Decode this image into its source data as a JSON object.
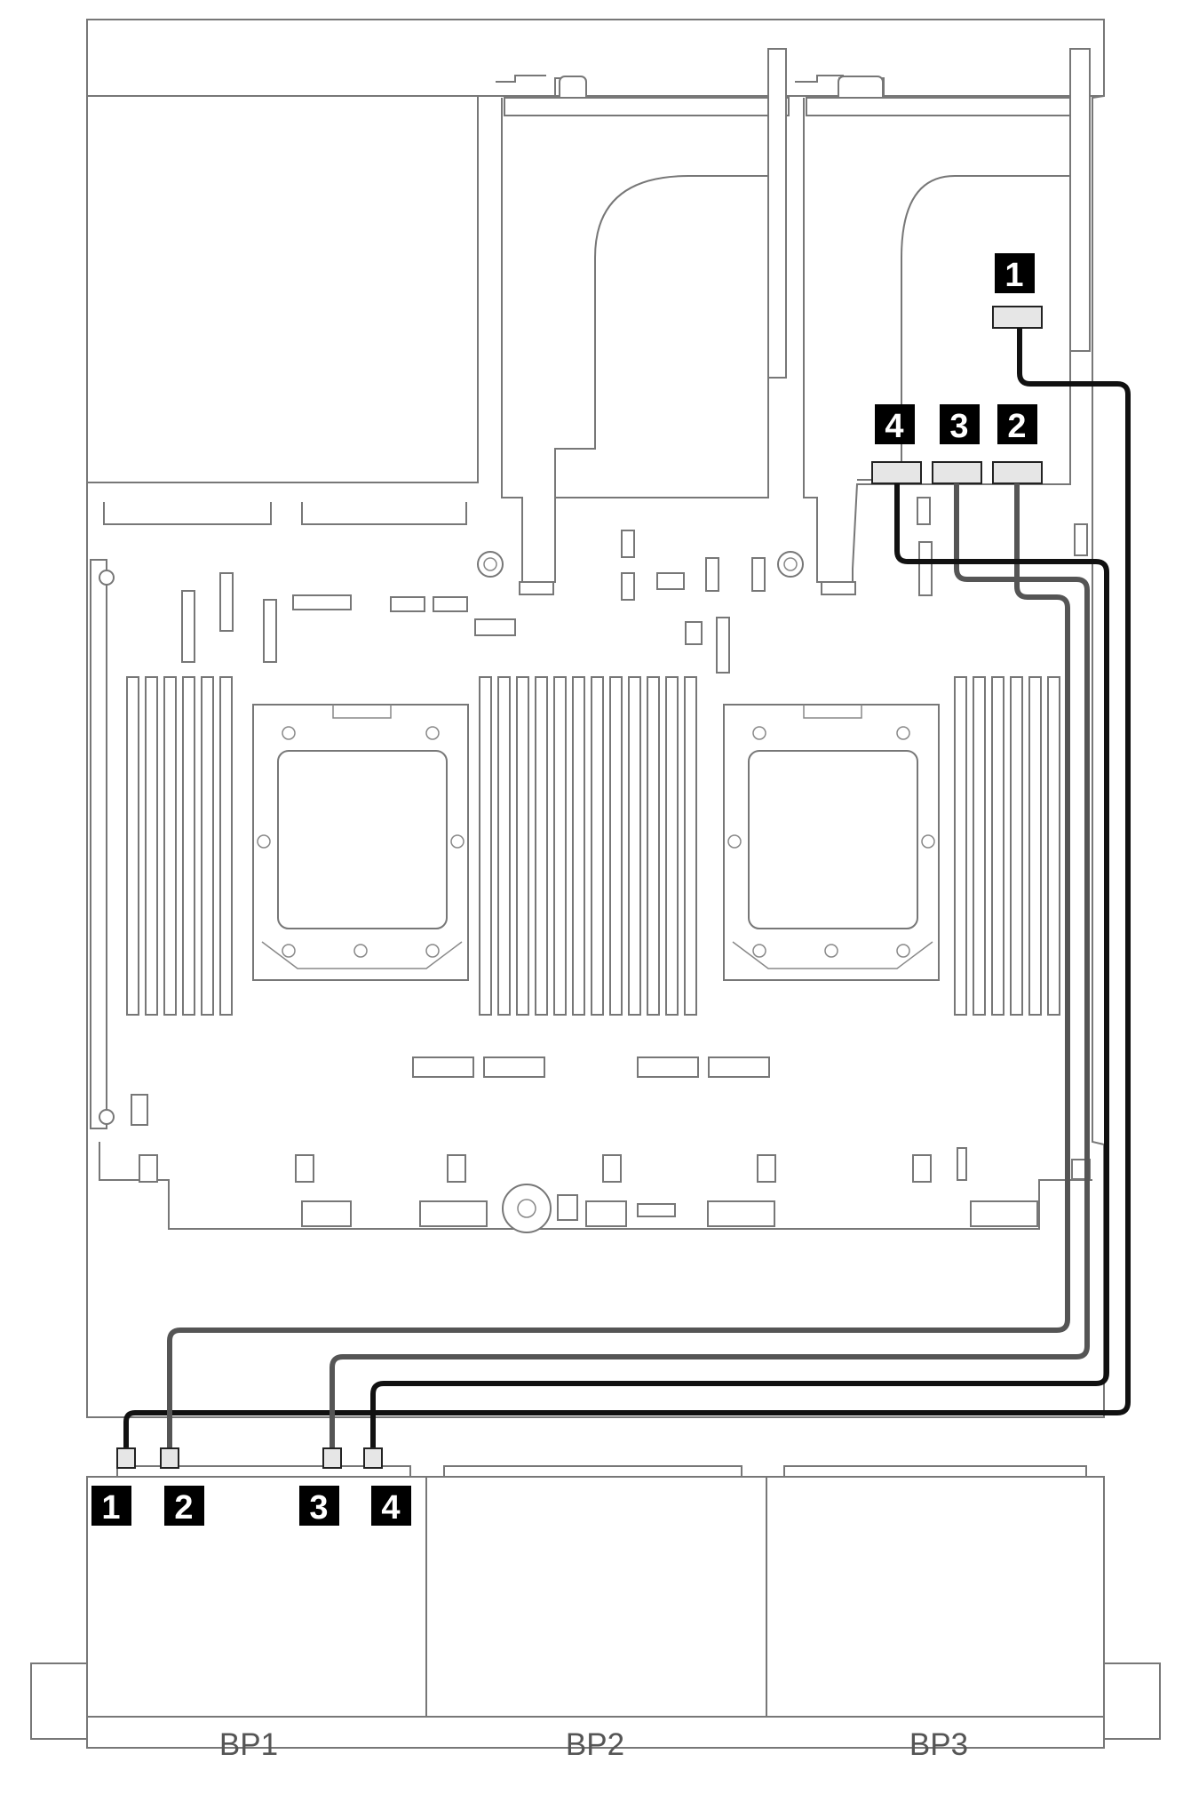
{
  "backplanes": [
    {
      "id": "bp1",
      "label": "BP1"
    },
    {
      "id": "bp2",
      "label": "BP2"
    },
    {
      "id": "bp3",
      "label": "BP3"
    }
  ],
  "riser_callouts": [
    "1",
    "2",
    "3",
    "4"
  ],
  "backplane_callouts": [
    "1",
    "2",
    "3",
    "4"
  ],
  "colors": {
    "cable_dark": "#111111",
    "cable_gray": "#555555",
    "callout_bg": "#000000",
    "callout_text": "#ffffff",
    "port_fill": "#e6e6e6",
    "outline": "#777777"
  }
}
